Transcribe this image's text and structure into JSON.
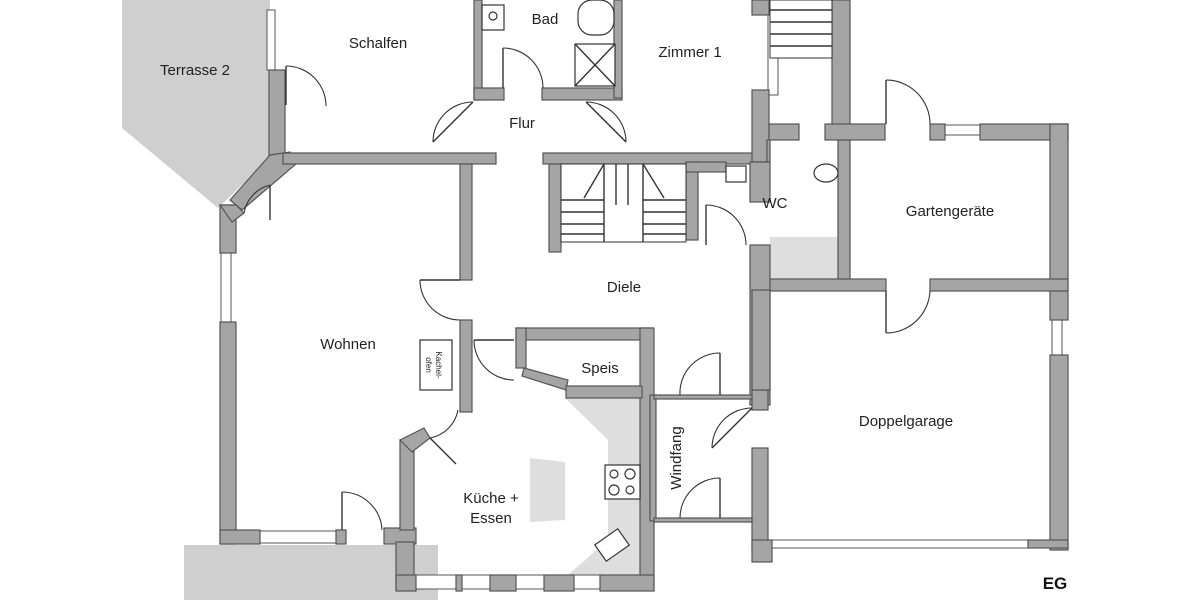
{
  "plan": {
    "floor_label": "EG",
    "rooms": {
      "terrasse": "Terrasse 2",
      "schlafen": "Schalfen",
      "bad": "Bad",
      "zimmer": "Zimmer 1",
      "flur": "Flur",
      "wc": "WC",
      "gartengeraete": "Gartengeräte",
      "diele": "Diele",
      "wohnen": "Wohnen",
      "speis": "Speis",
      "doppelgarage": "Doppelgarage",
      "windfang": "Windfang",
      "kueche_line1": "Küche +",
      "kueche_line2": "Essen"
    },
    "kachelofen_line1": "Kachel-",
    "kachelofen_line2": "ofen"
  },
  "colors": {
    "wall": "#a5a5a5",
    "terrace": "#cfcfcf",
    "counter": "#dedede"
  }
}
